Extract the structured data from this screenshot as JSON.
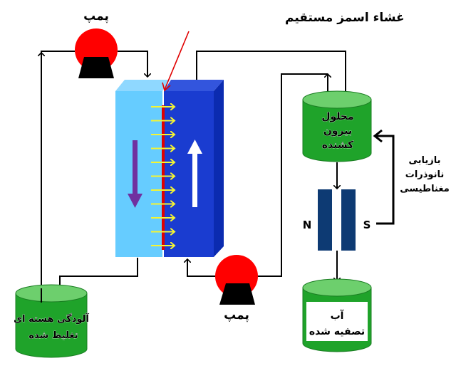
{
  "labels": {
    "membrane": "غشاء اسمز مستقیم",
    "pump_top": "پمپ",
    "pump_bottom": "پمپ",
    "draw_solution": [
      "محلول",
      "بیرون",
      "کشنده"
    ],
    "recovery": [
      "بازیابی",
      "نانوذرات",
      "مغناطیسی"
    ],
    "magnet_north": "N",
    "magnet_south": "S",
    "clean_water": [
      "آب",
      "تصفیه شده"
    ],
    "feed_tank": [
      "آلودگی هسته ای",
      "تغلیظ شده"
    ]
  },
  "colors": {
    "pump_body": "#ff0000",
    "pump_base": "#000000",
    "feed_channel": "#66ccff",
    "draw_channel": "#1a3cd0",
    "membrane": "#e00000",
    "flux_arrows": "#f5f532",
    "feed_flow_arrow": "#7030a0",
    "draw_flow_arrow": "#ffffff",
    "tank_body": "#1fa32a",
    "tank_top": "#6dcf6d",
    "magnet": "#0d3a73",
    "pipe": "#000000",
    "pointer_arrow": "#e00000"
  }
}
